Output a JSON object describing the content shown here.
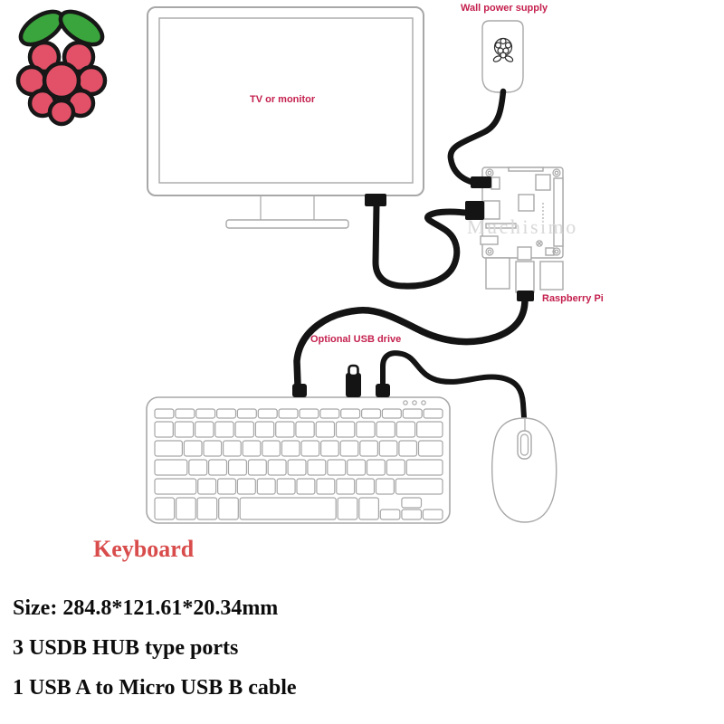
{
  "labels": {
    "wall_power_supply": "Wall power supply",
    "tv_or_monitor": "TV or monitor",
    "raspberry_pi": "Raspberry Pi",
    "optional_usb_drive": "Optional USB drive",
    "keyboard": "Keyboard"
  },
  "watermark": "Muchisimo",
  "specs": {
    "size": "Size: 284.8*121.61*20.34mm",
    "ports": "3 USDB HUB type ports",
    "cable": "1 USB A to Micro USB B cable"
  },
  "icons": {
    "logo": "raspberry-pi-logo",
    "power_supply_mark": "raspberry-outline-icon"
  },
  "colors": {
    "label_accent": "#c4204e",
    "keyboard_label_red": "#d94c4c",
    "outline_gray": "#a8a8a8",
    "key_stroke": "#a6a6a6",
    "cable_black": "#141414",
    "logo_red": "#e25168",
    "logo_green": "#3aa53c",
    "spec_text": "#0d0d0d",
    "watermark_gray": "#d8d8d8"
  }
}
